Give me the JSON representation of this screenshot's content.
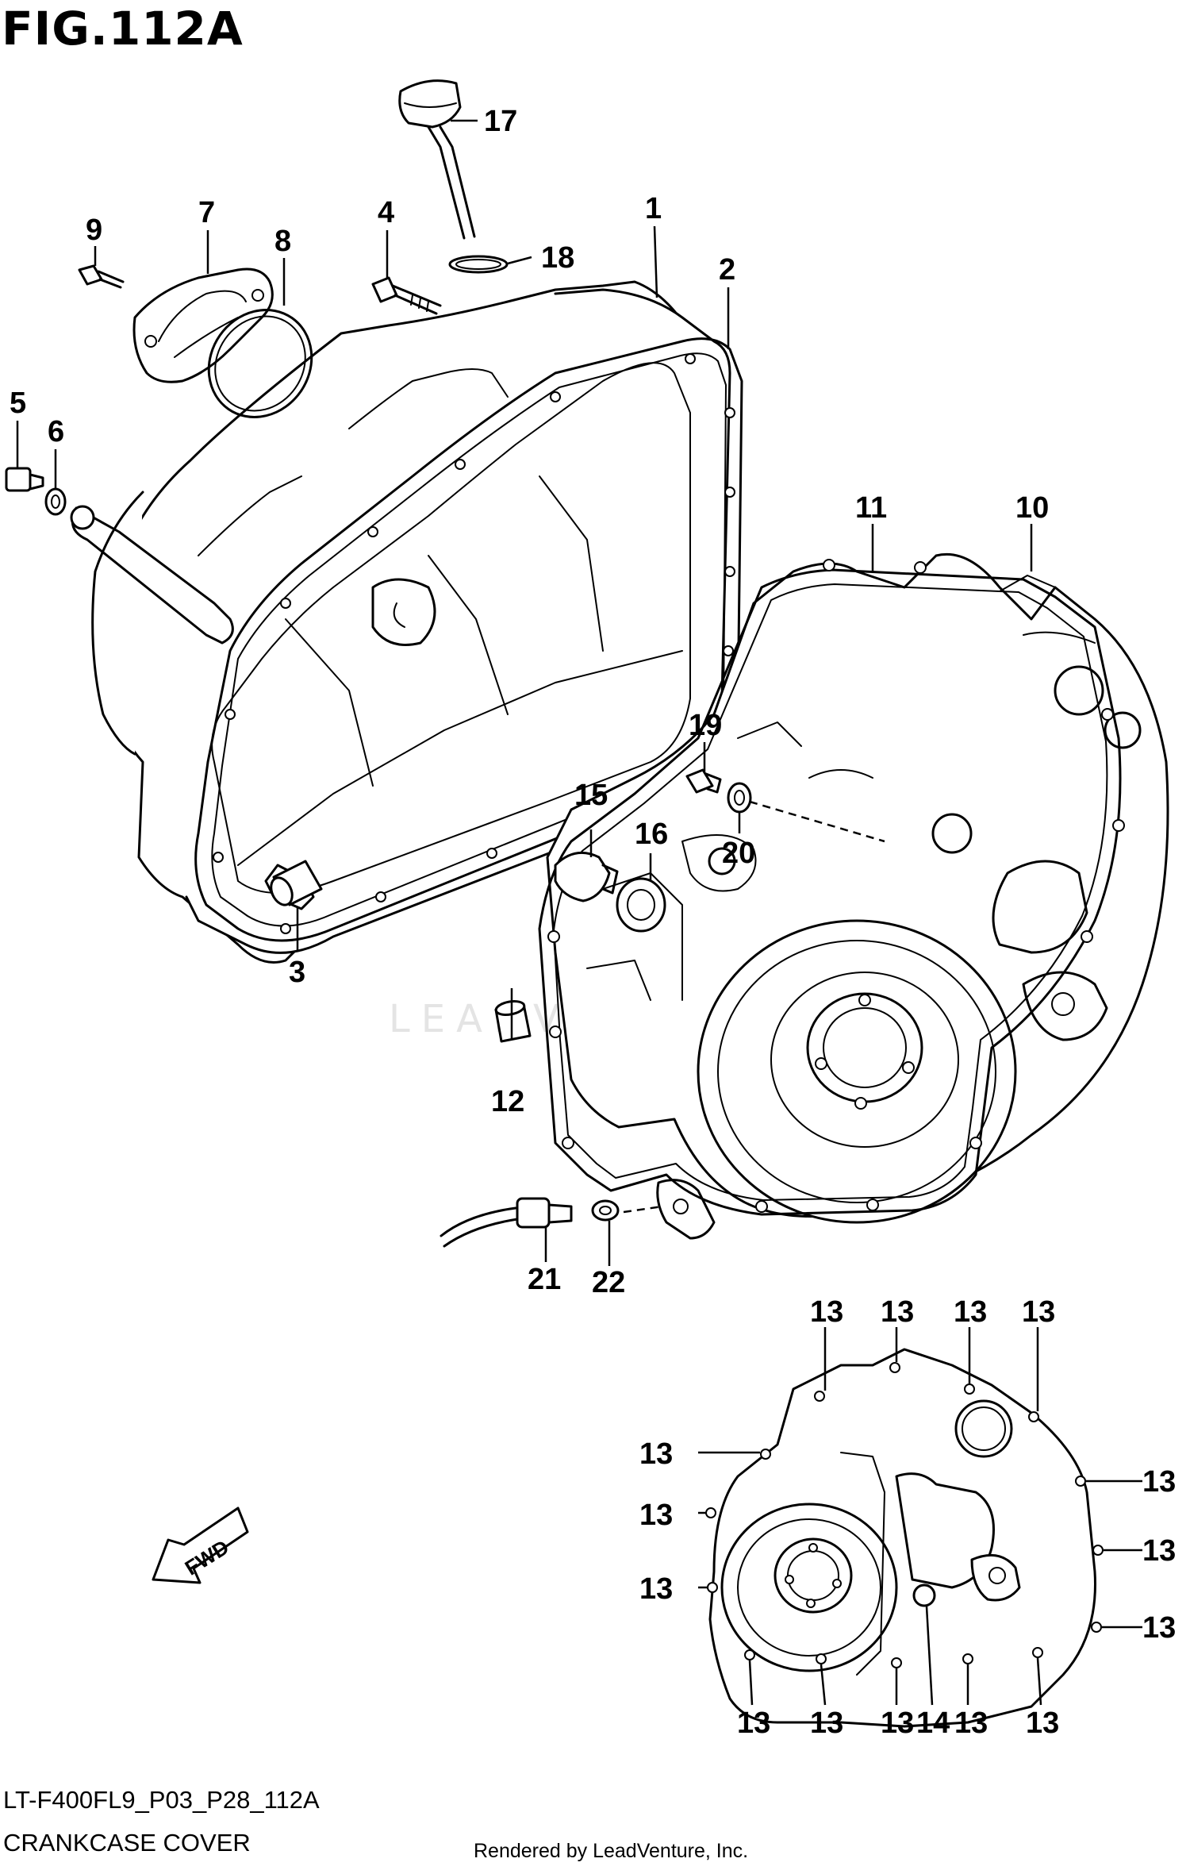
{
  "figure": {
    "title": "FIG.112A",
    "code": "LT-F400FL9_P03_P28_112A",
    "caption": "CRANKCASE COVER",
    "rendered_by": "Rendered by LeadVenture, Inc.",
    "watermark": "LEADVENTURE",
    "fwd_label": "FWD"
  },
  "callouts": {
    "c1": "1",
    "c2": "2",
    "c3": "3",
    "c4": "4",
    "c5": "5",
    "c6": "6",
    "c7": "7",
    "c8": "8",
    "c9": "9",
    "c10": "10",
    "c11": "11",
    "c12": "12",
    "c13": "13",
    "c14": "14",
    "c15": "15",
    "c16": "16",
    "c17": "17",
    "c18": "18",
    "c19": "19",
    "c20": "20",
    "c21": "21",
    "c22": "22"
  }
}
